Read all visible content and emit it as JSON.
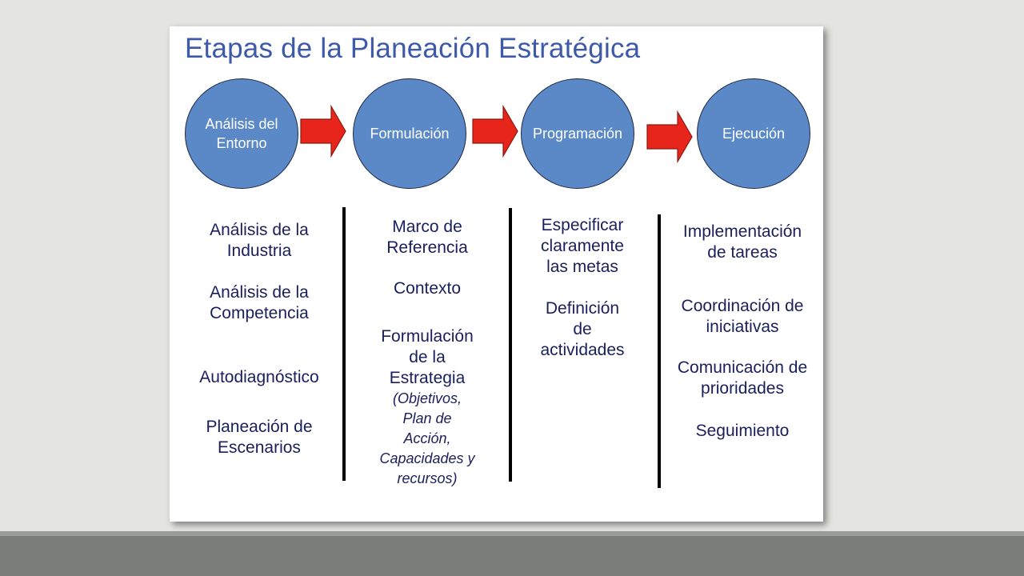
{
  "title": "Etapas de la Planeación Estratégica",
  "colors": {
    "title": "#3d5aa8",
    "circle_fill": "#5b88c7",
    "circle_text": "#ffffff",
    "arrow_fill": "#e8251b",
    "body_text": "#1a1f5c",
    "divider": "#000000"
  },
  "stages": [
    {
      "label": "Análisis del\nEntorno"
    },
    {
      "label": "Formulación"
    },
    {
      "label": "Programación"
    },
    {
      "label": "Ejecución"
    }
  ],
  "columns": [
    {
      "items": [
        "Análisis de la\nIndustria",
        "Análisis de la\nCompetencia",
        "Autodiagnóstico",
        "Planeación de\nEscenarios"
      ]
    },
    {
      "items": [
        "Marco de\nReferencia",
        "Contexto",
        "Formulación\nde la\nEstrategia"
      ],
      "note": "(Objetivos,\nPlan de\nAcción,\nCapacidades y\nrecursos)"
    },
    {
      "items": [
        "Especificar\nclaramente\nlas metas",
        "Definición\nde\nactividades"
      ]
    },
    {
      "items": [
        "Implementación\nde tareas",
        "Coordinación de\niniciativas",
        "Comunicación de\nprioridades",
        "Seguimiento"
      ]
    }
  ]
}
